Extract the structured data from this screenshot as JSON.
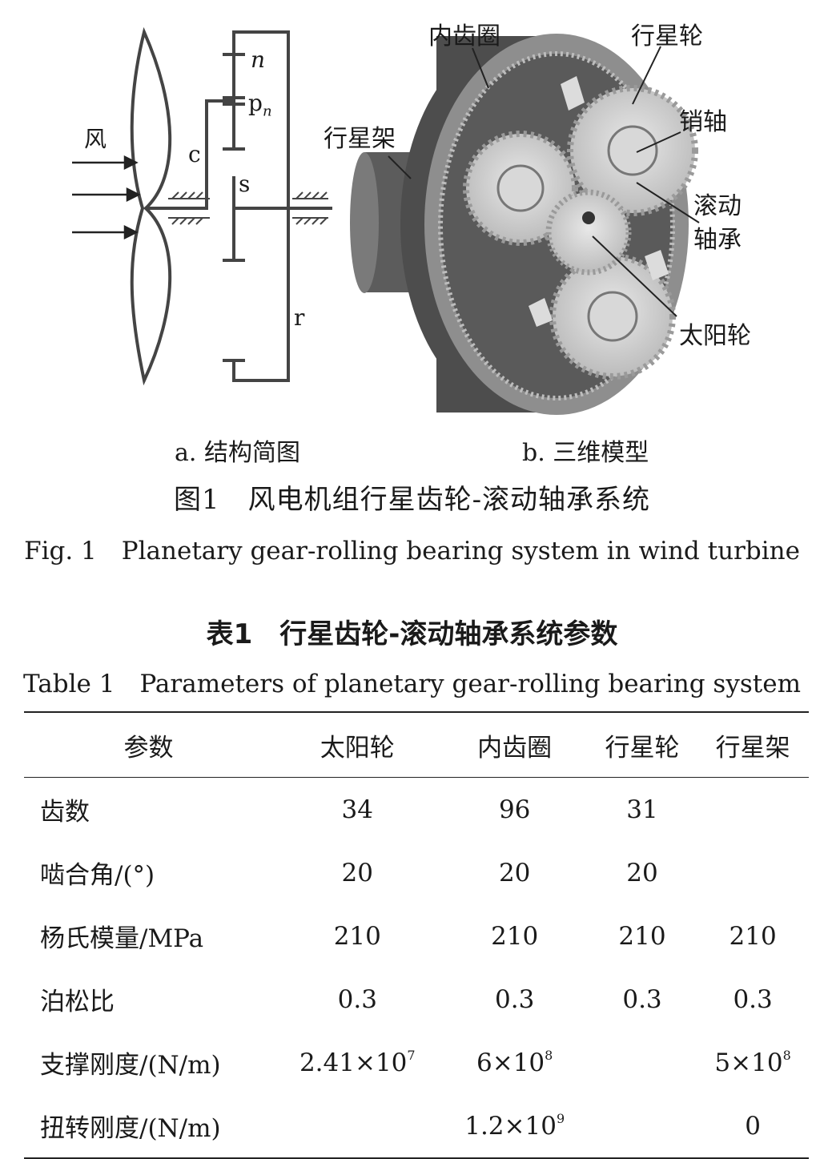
{
  "figure": {
    "schematic_labels": {
      "wind": "风",
      "c": "c",
      "n": "n",
      "pn": "p",
      "pn_sub": "n",
      "s": "s",
      "r": "r"
    },
    "model_labels": {
      "ring": "内齿圈",
      "planet": "行星轮",
      "pin": "销轴",
      "carrier": "行星架",
      "bearing_line1": "滚动",
      "bearing_line2": "轴承",
      "sun": "太阳轮"
    },
    "subcaption_a": "a. 结构简图",
    "subcaption_b": "b. 三维模型",
    "caption_cn": "图1　风电机组行星齿轮-滚动轴承系统",
    "caption_en": "Fig. 1　Planetary gear-rolling bearing system in wind turbine"
  },
  "table": {
    "caption_cn": "表1　行星齿轮-滚动轴承系统参数",
    "caption_en": "Table 1　Parameters of planetary gear-rolling bearing system",
    "headers": [
      "参数",
      "太阳轮",
      "内齿圈",
      "行星轮",
      "行星架"
    ],
    "rows": [
      {
        "name": "齿数",
        "cells": [
          {
            "m": "34"
          },
          {
            "m": "96"
          },
          {
            "m": "31"
          },
          {
            "m": ""
          }
        ]
      },
      {
        "name": "啮合角/(°)",
        "cells": [
          {
            "m": "20"
          },
          {
            "m": "20"
          },
          {
            "m": "20"
          },
          {
            "m": ""
          }
        ]
      },
      {
        "name": "杨氏模量/MPa",
        "cells": [
          {
            "m": "210"
          },
          {
            "m": "210"
          },
          {
            "m": "210"
          },
          {
            "m": "210"
          }
        ]
      },
      {
        "name": "泊松比",
        "cells": [
          {
            "m": "0.3"
          },
          {
            "m": "0.3"
          },
          {
            "m": "0.3"
          },
          {
            "m": "0.3"
          }
        ]
      },
      {
        "name": "支撑刚度/(N/m)",
        "cells": [
          {
            "m": "2.41×10",
            "e": "7"
          },
          {
            "m": "6×10",
            "e": "8"
          },
          {
            "m": ""
          },
          {
            "m": "5×10",
            "e": "8"
          }
        ]
      },
      {
        "name": "扭转刚度/(N/m)",
        "cells": [
          {
            "m": ""
          },
          {
            "m": "1.2×10",
            "e": "9"
          },
          {
            "m": ""
          },
          {
            "m": "0"
          }
        ]
      }
    ]
  }
}
